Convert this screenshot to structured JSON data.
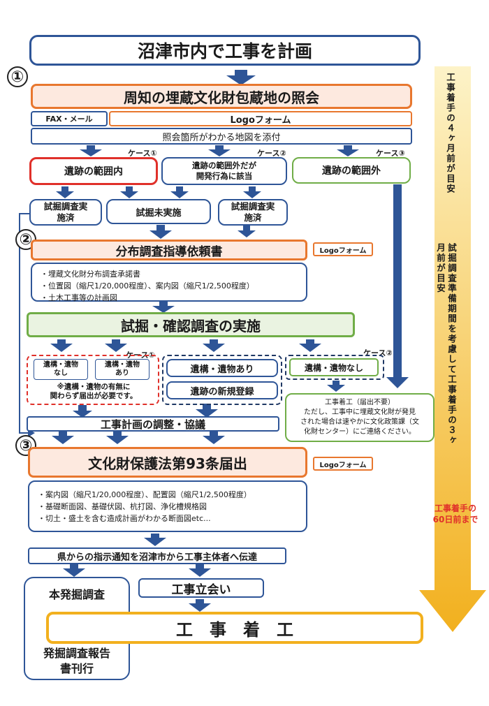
{
  "title": "沼津市内で工事を計画",
  "steps": {
    "s1": "①",
    "s2": "②",
    "s3": "③"
  },
  "inquiry": "周知の埋蔵文化財包蔵地の照会",
  "fax_mail": "FAX・メール",
  "logo_form": "Logoフォーム",
  "attach_map": "照会箇所がわかる地図を添付",
  "cases": {
    "c1": "ケース①",
    "c2": "ケース②",
    "c3": "ケース③"
  },
  "within_site": "遺跡の範囲内",
  "outside_but_dev": "遺跡の範囲外だが\n開発行為に該当",
  "outside_site": "遺跡の範囲外",
  "trial_done": "試掘調査実\n施済",
  "trial_not_done": "試掘未実施",
  "dist_request": "分布調査指導依頼書",
  "logo_form_small": "Logoフォーム",
  "dist_list": [
    "・埋蔵文化財分布調査承諾書",
    "・位置図（縮尺1/20,000程度）、案内図（縮尺1/2,500程度）",
    "・土木工事等の計画図"
  ],
  "trial_confirm": "試掘・確認調査の実施",
  "remains_none": "遺構・遺物\nなし",
  "remains_exist": "遺構・遺物\nあり",
  "notice_required": "※遺構・遺物の有無に\n関わらず届出が必要です。",
  "remains_exist_big": "遺構・遺物あり",
  "new_site_reg": "遺跡の新規登録",
  "remains_none_big": "遺構・遺物なし",
  "construction_note": "工事着工（届出不要）\nただし、工事中に埋蔵文化財が発見\nされた場合は速やかに文化政策課（文\n化財センター）にご連絡ください。",
  "plan_adjust": "工事計画の調整・協議",
  "art93": "文化財保護法第93条届出",
  "art93_list": [
    "・案内図（縮尺1/20,000程度）、配置図（縮尺1/2,500程度）",
    "・基礎断面図、基礎伏図、杭打図、浄化槽規格図",
    "・切土・盛土を含む造成計画がわかる断面図etc..."
  ],
  "pref_notice": "県からの指示通知を沼津市から工事主体者へ伝達",
  "main_excavation": "本発掘調査",
  "site_witness": "工事立会い",
  "construction_start": "工　事　着　工",
  "report_pub": "発掘調査報告\n書刊行",
  "side_top": "工事着手の４ヶ月前が目安",
  "side_mid": "試掘調査準備期間を考慮して工事着手の３ヶ月前が目安",
  "side_red": "工事着手の\n60日前まで",
  "colors": {
    "blue": "#2e5597",
    "orange": "#e8772e",
    "green": "#70ad47",
    "red": "#e0302a",
    "gold": "#f2b01e"
  }
}
